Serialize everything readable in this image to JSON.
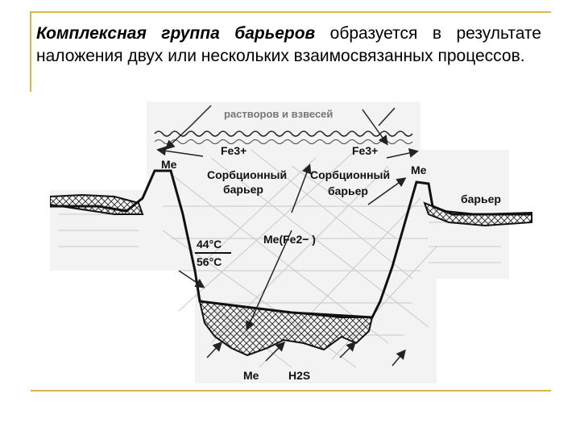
{
  "text": {
    "term": "Комплексная группа барьеров",
    "rest": " образуется в результате наложения двух или нескольких взаимосвязанных процессов."
  },
  "figure": {
    "labels": {
      "solutions": "растворов и взвесей",
      "fe3_left": "Fe3+",
      "fe3_right": "Fe3+",
      "me_left": "Me",
      "me_right": "Me",
      "sorption_left_1": "Сорбционный",
      "sorption_left_2": "барьер",
      "sorption_right_1": "Сорбционный",
      "sorption_right_2": "барьер",
      "barrier_far": "барьер",
      "temp_top": "44°C",
      "temp_bottom": "56°C",
      "me_fe": "Me(Fe2− )",
      "me_bottom": "Me",
      "h2s": "H2S"
    }
  }
}
